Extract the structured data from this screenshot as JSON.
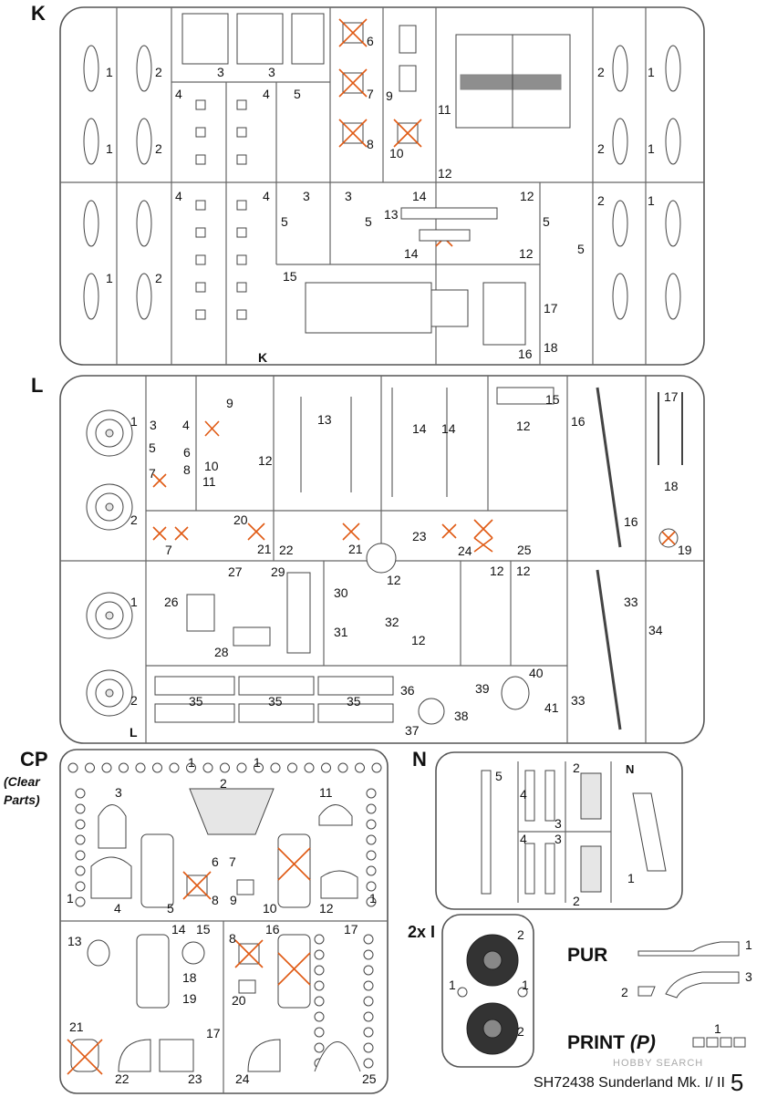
{
  "sprues": {
    "K": {
      "letter": "K",
      "corner_mark": "K",
      "nums": [
        "1",
        "2",
        "3",
        "3",
        "6",
        "7",
        "8",
        "9",
        "10",
        "11",
        "2",
        "1",
        "4",
        "4",
        "5",
        "1",
        "2",
        "12",
        "2",
        "1",
        "4",
        "4",
        "3",
        "3",
        "5",
        "5",
        "14",
        "13",
        "12",
        "12",
        "14",
        "5",
        "5",
        "2",
        "1",
        "1",
        "2",
        "15",
        "17",
        "18",
        "16"
      ]
    },
    "L": {
      "letter": "L",
      "corner_mark": "L",
      "nums": [
        "1",
        "3",
        "4",
        "5",
        "6",
        "7",
        "8",
        "9",
        "10",
        "11",
        "12",
        "13",
        "14",
        "14",
        "15",
        "12",
        "16",
        "17",
        "18",
        "16",
        "2",
        "7",
        "20",
        "21",
        "22",
        "21",
        "23",
        "24",
        "25",
        "19",
        "1",
        "26",
        "27",
        "29",
        "30",
        "31",
        "12",
        "12",
        "12",
        "12",
        "32",
        "28",
        "33",
        "34",
        "2",
        "35",
        "35",
        "35",
        "36",
        "39",
        "40",
        "38",
        "37",
        "41",
        "33"
      ]
    },
    "CP": {
      "letter": "CP",
      "subtitle": "(Clear Parts)",
      "nums": [
        "1",
        "1",
        "3",
        "2",
        "11",
        "1",
        "4",
        "5",
        "6",
        "7",
        "8",
        "9",
        "10",
        "12",
        "1",
        "13",
        "14",
        "15",
        "8",
        "16",
        "17",
        "18",
        "20",
        "19",
        "17",
        "21",
        "22",
        "23",
        "24",
        "25"
      ]
    },
    "N": {
      "letter": "N",
      "corner_mark": "N",
      "nums": [
        "5",
        "2",
        "4",
        "3",
        "4",
        "3",
        "1",
        "2"
      ]
    },
    "I": {
      "letter": "2x I",
      "nums": [
        "2",
        "1",
        "1",
        "2"
      ]
    }
  },
  "pur": {
    "label": "PUR",
    "nums": [
      "1",
      "3",
      "2"
    ]
  },
  "print": {
    "label": "PRINT",
    "suffix": "(P)",
    "nums": [
      "1"
    ]
  },
  "footer": {
    "code": "SH72438 Sunderland Mk. I/ II",
    "page": "5"
  },
  "watermark": "HOBBY SEARCH",
  "colors": {
    "frame": "#555555",
    "cross": "#e05a14",
    "text": "#111111"
  }
}
